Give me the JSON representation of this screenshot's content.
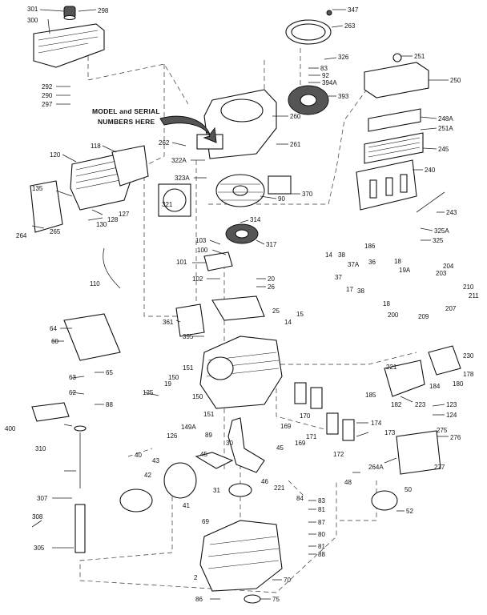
{
  "callout": {
    "line1": "MODEL and SERIAL",
    "line2": "NUMBERS HERE"
  },
  "parts": [
    {
      "id": "p301",
      "label": "301"
    },
    {
      "id": "p298",
      "label": "298"
    },
    {
      "id": "p300",
      "label": "300"
    },
    {
      "id": "p347",
      "label": "347"
    },
    {
      "id": "p263",
      "label": "263"
    },
    {
      "id": "p251",
      "label": "251"
    },
    {
      "id": "p326",
      "label": "326"
    },
    {
      "id": "p83a",
      "label": "83"
    },
    {
      "id": "p92",
      "label": "92"
    },
    {
      "id": "p394a",
      "label": "394A"
    },
    {
      "id": "p250",
      "label": "250"
    },
    {
      "id": "p393",
      "label": "393"
    },
    {
      "id": "p292",
      "label": "292"
    },
    {
      "id": "p290",
      "label": "290"
    },
    {
      "id": "p297",
      "label": "297"
    },
    {
      "id": "p260",
      "label": "260"
    },
    {
      "id": "p248a",
      "label": "248A"
    },
    {
      "id": "p251a",
      "label": "251A"
    },
    {
      "id": "p245",
      "label": "245"
    },
    {
      "id": "p118",
      "label": "118"
    },
    {
      "id": "p262",
      "label": "262"
    },
    {
      "id": "p261",
      "label": "261"
    },
    {
      "id": "p120",
      "label": "120"
    },
    {
      "id": "p322a",
      "label": "322A"
    },
    {
      "id": "p240",
      "label": "240"
    },
    {
      "id": "p323a",
      "label": "323A"
    },
    {
      "id": "p135",
      "label": "135"
    },
    {
      "id": "p321",
      "label": "321"
    },
    {
      "id": "p90",
      "label": "90"
    },
    {
      "id": "p370",
      "label": "370"
    },
    {
      "id": "p127",
      "label": "127"
    },
    {
      "id": "p243",
      "label": "243"
    },
    {
      "id": "p130",
      "label": "130"
    },
    {
      "id": "p128",
      "label": "128"
    },
    {
      "id": "p314",
      "label": "314"
    },
    {
      "id": "p264",
      "label": "264"
    },
    {
      "id": "p265",
      "label": "265"
    },
    {
      "id": "p325a",
      "label": "325A"
    },
    {
      "id": "p103",
      "label": "103"
    },
    {
      "id": "p317",
      "label": "317"
    },
    {
      "id": "p325",
      "label": "325"
    },
    {
      "id": "p186",
      "label": "186"
    },
    {
      "id": "p100",
      "label": "100"
    },
    {
      "id": "p14a",
      "label": "14"
    },
    {
      "id": "p38",
      "label": "38"
    },
    {
      "id": "p37a",
      "label": "37A"
    },
    {
      "id": "p36",
      "label": "36"
    },
    {
      "id": "p18a",
      "label": "18"
    },
    {
      "id": "p204",
      "label": "204"
    },
    {
      "id": "p101",
      "label": "101"
    },
    {
      "id": "p19a",
      "label": "19A"
    },
    {
      "id": "p203",
      "label": "203"
    },
    {
      "id": "p37",
      "label": "37"
    },
    {
      "id": "p102",
      "label": "102"
    },
    {
      "id": "p20",
      "label": "20"
    },
    {
      "id": "p26",
      "label": "26"
    },
    {
      "id": "p17",
      "label": "17"
    },
    {
      "id": "p38b",
      "label": "38"
    },
    {
      "id": "p110",
      "label": "110"
    },
    {
      "id": "p18b",
      "label": "18"
    },
    {
      "id": "p210",
      "label": "210"
    },
    {
      "id": "p211",
      "label": "211"
    },
    {
      "id": "p200",
      "label": "200"
    },
    {
      "id": "p207",
      "label": "207"
    },
    {
      "id": "p209",
      "label": "209"
    },
    {
      "id": "p25",
      "label": "25"
    },
    {
      "id": "p15",
      "label": "15"
    },
    {
      "id": "p361",
      "label": "361"
    },
    {
      "id": "p14b",
      "label": "14"
    },
    {
      "id": "p64",
      "label": "64"
    },
    {
      "id": "p395",
      "label": "395"
    },
    {
      "id": "p60",
      "label": "60"
    },
    {
      "id": "p230",
      "label": "230"
    },
    {
      "id": "p221a",
      "label": "221"
    },
    {
      "id": "p63",
      "label": "63"
    },
    {
      "id": "p65",
      "label": "65"
    },
    {
      "id": "p151a",
      "label": "151"
    },
    {
      "id": "p178",
      "label": "178"
    },
    {
      "id": "p180",
      "label": "180"
    },
    {
      "id": "p150a",
      "label": "150"
    },
    {
      "id": "p184",
      "label": "184"
    },
    {
      "id": "p19",
      "label": "19"
    },
    {
      "id": "p62",
      "label": "62"
    },
    {
      "id": "p88a",
      "label": "88"
    },
    {
      "id": "p125",
      "label": "125"
    },
    {
      "id": "p185",
      "label": "185"
    },
    {
      "id": "p182",
      "label": "182"
    },
    {
      "id": "p223",
      "label": "223"
    },
    {
      "id": "p123",
      "label": "123"
    },
    {
      "id": "p400",
      "label": "400"
    },
    {
      "id": "p150b",
      "label": "150"
    },
    {
      "id": "p151b",
      "label": "151"
    },
    {
      "id": "p124",
      "label": "124"
    },
    {
      "id": "p169a",
      "label": "169"
    },
    {
      "id": "p170",
      "label": "170"
    },
    {
      "id": "p126",
      "label": "126"
    },
    {
      "id": "p149a",
      "label": "149A"
    },
    {
      "id": "p174",
      "label": "174"
    },
    {
      "id": "p171",
      "label": "171"
    },
    {
      "id": "p89",
      "label": "89"
    },
    {
      "id": "p30",
      "label": "30"
    },
    {
      "id": "p169b",
      "label": "169"
    },
    {
      "id": "p173",
      "label": "173"
    },
    {
      "id": "p275",
      "label": "275"
    },
    {
      "id": "p310",
      "label": "310"
    },
    {
      "id": "p45a",
      "label": "45"
    },
    {
      "id": "p276",
      "label": "276"
    },
    {
      "id": "p172",
      "label": "172"
    },
    {
      "id": "p40",
      "label": "40"
    },
    {
      "id": "p43",
      "label": "43"
    },
    {
      "id": "p45b",
      "label": "45"
    },
    {
      "id": "p264a",
      "label": "264A"
    },
    {
      "id": "p277",
      "label": "277"
    },
    {
      "id": "p42",
      "label": "42"
    },
    {
      "id": "p46",
      "label": "46"
    },
    {
      "id": "p48",
      "label": "48"
    },
    {
      "id": "p50",
      "label": "50"
    },
    {
      "id": "p221b",
      "label": "221"
    },
    {
      "id": "p31",
      "label": "31"
    },
    {
      "id": "p307",
      "label": "307"
    },
    {
      "id": "p84",
      "label": "84"
    },
    {
      "id": "p83b",
      "label": "83"
    },
    {
      "id": "p41",
      "label": "41"
    },
    {
      "id": "p81a",
      "label": "81"
    },
    {
      "id": "p52",
      "label": "52"
    },
    {
      "id": "p308",
      "label": "308"
    },
    {
      "id": "p69",
      "label": "69"
    },
    {
      "id": "p87",
      "label": "87"
    },
    {
      "id": "p80",
      "label": "80"
    },
    {
      "id": "p305",
      "label": "305"
    },
    {
      "id": "p81b",
      "label": "81"
    },
    {
      "id": "p88b",
      "label": "88"
    },
    {
      "id": "p2",
      "label": "2"
    },
    {
      "id": "p70",
      "label": "70"
    },
    {
      "id": "p86",
      "label": "86"
    },
    {
      "id": "p75",
      "label": "75"
    }
  ]
}
